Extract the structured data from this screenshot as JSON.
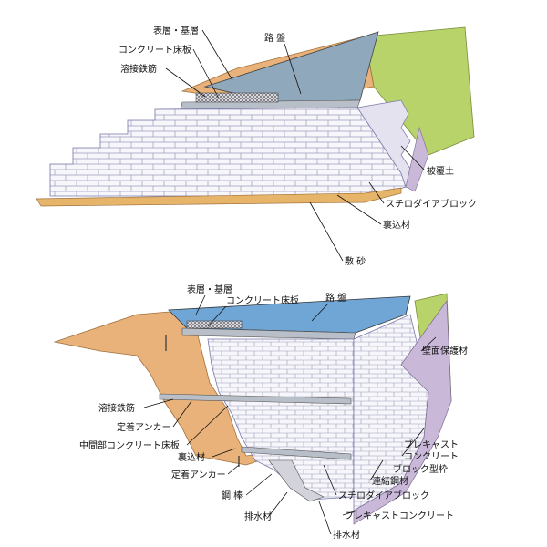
{
  "top_diagram": {
    "labels": {
      "surface_base_layer": "表層・基層",
      "road_bed": "路 盤",
      "concrete_slab": "コンクリート床板",
      "welded_rebar": "溶接鉄筋",
      "cover_soil": "被覆土",
      "styro_block": "スチロダイアブロック",
      "backfill": "裏込材",
      "bedding_sand": "敷 砂"
    }
  },
  "bottom_diagram": {
    "labels": {
      "surface_base_layer": "表層・基層",
      "concrete_slab": "コンクリート床板",
      "road_bed": "路 盤",
      "wall_protection": "壁面保護材",
      "welded_rebar": "溶接鉄筋",
      "anchor_1": "定着アンカー",
      "mid_concrete_slab": "中間部コンクリート床板",
      "backfill": "裏込材",
      "anchor_2": "定着アンカー",
      "steel_bar": "鋼 棒",
      "drain_1": "排水材",
      "precast_block_frame_l1": "プレキャスト",
      "precast_block_frame_l2": "コンクリート",
      "precast_block_frame_l3": "ブロック型枠",
      "connecting_steel": "連結鋼材",
      "styro_block": "スチロダイアブロック",
      "precast_concrete": "プレキャストコンクリート",
      "drain_2": "排水材"
    }
  },
  "colors": {
    "soil": "#e8b27a",
    "grass": "#b7d36a",
    "road_top": "#7f9fb7",
    "sky_blue": "#6fa6d6",
    "block_face": "#f7f7fb",
    "side_purple": "#c9b8d8",
    "sand": "#e6b56a"
  }
}
